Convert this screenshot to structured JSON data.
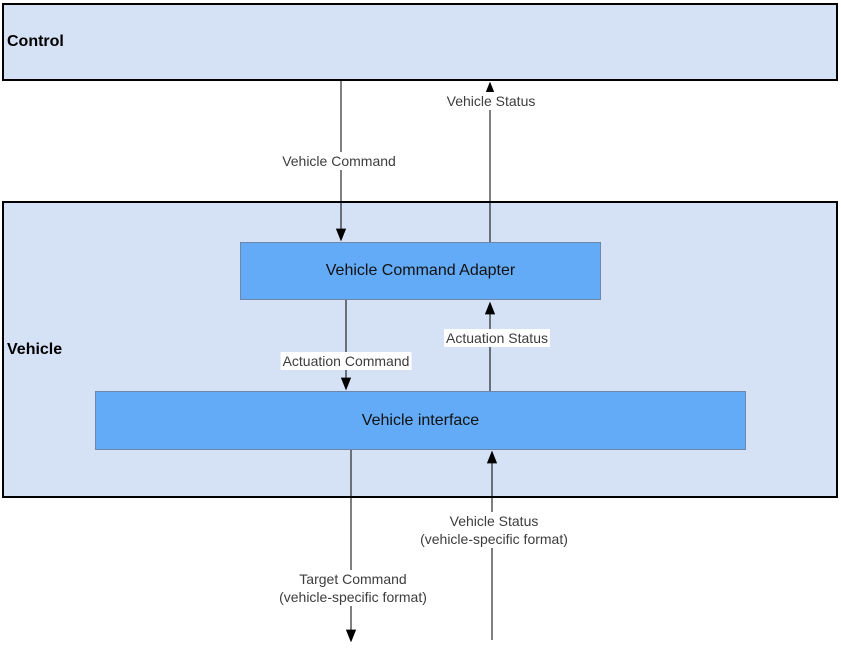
{
  "containers": {
    "control": {
      "label": "Control"
    },
    "vehicle": {
      "label": "Vehicle"
    }
  },
  "nodes": {
    "adapter": {
      "label": "Vehicle Command Adapter"
    },
    "interface": {
      "label": "Vehicle interface"
    }
  },
  "edges": {
    "vehicle_command": {
      "label": "Vehicle Command",
      "direction": "down"
    },
    "vehicle_status_top": {
      "label": "Vehicle Status",
      "direction": "up"
    },
    "actuation_command": {
      "label": "Actuation Command",
      "direction": "down"
    },
    "actuation_status": {
      "label": "Actuation Status",
      "direction": "up"
    },
    "target_command": {
      "label": "Target Command\n(vehicle-specific format)",
      "direction": "down"
    },
    "vehicle_status_bottom": {
      "label": "Vehicle Status\n(vehicle-specific format)",
      "direction": "up"
    }
  },
  "colors": {
    "container_fill": "#d5e1f4",
    "container_border": "#000000",
    "node_fill": "#63abf7",
    "node_border": "#6e87a9",
    "connector": "#000000",
    "edge_label_text": "#3d3d3d",
    "edge_label_background": "#ffffff"
  }
}
